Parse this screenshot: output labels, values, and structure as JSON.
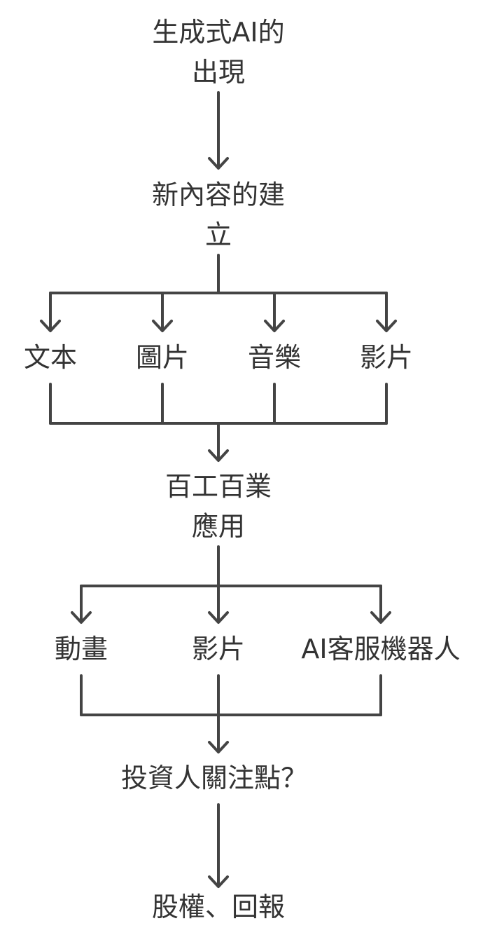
{
  "nodes": {
    "genai_emergence": {
      "lines": [
        "生成式AI的",
        "出現"
      ]
    },
    "new_content": {
      "lines": [
        "新內容的建",
        "立"
      ]
    },
    "text": {
      "lines": [
        "文本"
      ]
    },
    "images": {
      "lines": [
        "圖片"
      ]
    },
    "music": {
      "lines": [
        "音樂"
      ]
    },
    "video_content": {
      "lines": [
        "影片"
      ]
    },
    "industry_apps": {
      "lines": [
        "百工百業",
        "應用"
      ]
    },
    "animation": {
      "lines": [
        "動畫"
      ]
    },
    "video_app": {
      "lines": [
        "影片"
      ]
    },
    "ai_customer_service": {
      "lines": [
        "AI客服機器人"
      ]
    },
    "investor_focus": {
      "lines": [
        "投資人關注點？"
      ]
    },
    "equity_returns": {
      "lines": [
        "股權、回報"
      ]
    }
  },
  "colors": {
    "line": "#444444",
    "text": "#333333",
    "background": "#ffffff"
  }
}
